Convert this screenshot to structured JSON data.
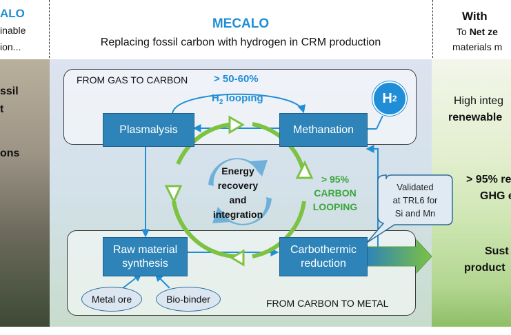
{
  "header": {
    "left": {
      "title": "ALO",
      "line2": "inable",
      "line3": "ion..."
    },
    "center": {
      "title": "MECALO",
      "subtitle": "Replacing fossil carbon with hydrogen in CRM production"
    },
    "right": {
      "title": "With",
      "line2_prefix": "To ",
      "line2_bold": "Net ze",
      "line3": "materials m"
    }
  },
  "left_panel": {
    "line1": "ssil",
    "line2": "t",
    "line3": "ons"
  },
  "diagram": {
    "top_frame_label": "FROM GAS TO CARBON",
    "bottom_frame_label": "FROM CARBON TO METAL",
    "h2_pct": "> 50-60%",
    "h2_looping_prefix": "H",
    "h2_looping_sub": "2",
    "h2_looping_suffix": " looping",
    "h2_badge_main": "H",
    "h2_badge_sub": "2",
    "boxes": {
      "plasmalysis": "Plasmalysis",
      "methanation": "Methanation",
      "raw_material_1": "Raw material",
      "raw_material_2": "synthesis",
      "carbothermic_1": "Carbothermic",
      "carbothermic_2": "reduction"
    },
    "center_text": [
      "Energy",
      "recovery",
      "and",
      "integration"
    ],
    "carbon_pct": "> 95%",
    "carbon_label_1": "CARBON",
    "carbon_label_2": "LOOPING",
    "callout": [
      "Validated",
      "at TRL6 for",
      "Si and Mn"
    ],
    "inputs": {
      "metal_ore": "Metal ore",
      "bio_binder": "Bio-binder"
    }
  },
  "right_panel": {
    "line1": "High integ",
    "line2": "renewable",
    "line3": "> 95% re",
    "line4": "GHG e",
    "line5": "Sust",
    "line6": "product"
  },
  "colors": {
    "box_blue": "#2e84b8",
    "accent_blue": "#1f8ed6",
    "loop_green": "#7dc242",
    "text_green": "#3aa53a"
  }
}
